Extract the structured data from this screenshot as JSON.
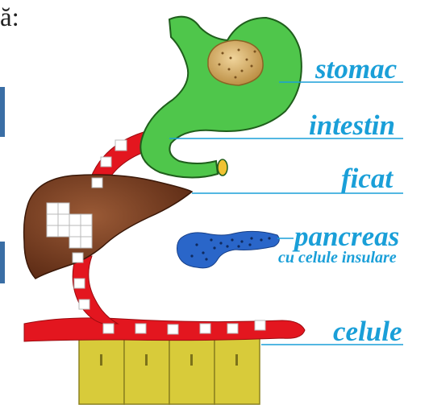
{
  "top_text": "ă:",
  "labels": {
    "stomach": "stomac",
    "intestine": "intestin",
    "liver": "ficat",
    "pancreas": "pancreas",
    "pancreas_sub": "cu celule insulare",
    "cells": "celule"
  },
  "colors": {
    "label": "#1a9fd8",
    "stomach": "#4fc64b",
    "stomach_outline": "#2a2a2a",
    "vessel": "#e3161f",
    "liver": "#7a3e1f",
    "pancreas": "#2a66c9",
    "cells": "#d8cb3a",
    "bread": "#d9b36b",
    "sugar": "#ffffff"
  },
  "icons": [
    "bread-icon",
    "sugar-cube-icon"
  ]
}
